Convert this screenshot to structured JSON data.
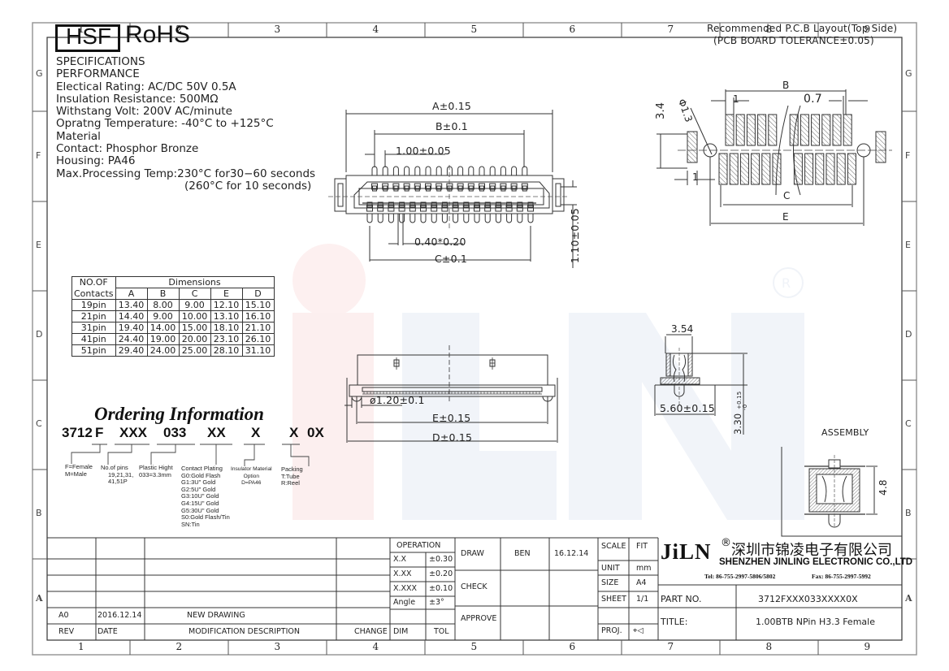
{
  "frame": {
    "columns": [
      "1",
      "2",
      "3",
      "4",
      "5",
      "6",
      "7",
      "8",
      "9"
    ],
    "rows": [
      "G",
      "F",
      "E",
      "D",
      "C",
      "B",
      "A"
    ]
  },
  "header": {
    "hsf_label": "HSF",
    "rohs_label": "RoHS"
  },
  "specifications": {
    "lines": [
      "SPECIFICATIONS",
      "PERFORMANCE",
      "Electical Rating: AC/DC 50V 0.5A",
      "Insulation Resistance:   500MΩ",
      "Withstang Volt: 200V AC/minute",
      "Opratng Temperature: -40°C to +125°C",
      "Material",
      "Contact: Phosphor Bronze",
      "Housing: PA46",
      "Max.Processing Temp:230°C for30−60 seconds",
      "(260°C for 10 seconds)"
    ]
  },
  "dimensions_table": {
    "header_contacts": [
      "NO.OF",
      "Contacts"
    ],
    "header_group": "Dimensions",
    "columns": [
      "A",
      "B",
      "C",
      "E",
      "D"
    ],
    "rows": [
      {
        "pins": "19pin",
        "A": "13.40",
        "B": "8.00",
        "C": "9.00",
        "E": "12.10",
        "D": "15.10"
      },
      {
        "pins": "21pin",
        "A": "14.40",
        "B": "9.00",
        "C": "10.00",
        "E": "13.10",
        "D": "16.10"
      },
      {
        "pins": "31pin",
        "A": "19.40",
        "B": "14.00",
        "C": "15.00",
        "E": "18.10",
        "D": "21.10"
      },
      {
        "pins": "41pin",
        "A": "24.40",
        "B": "19.00",
        "C": "20.00",
        "E": "23.10",
        "D": "26.10"
      },
      {
        "pins": "51pin",
        "A": "29.40",
        "B": "24.00",
        "C": "25.00",
        "E": "28.10",
        "D": "31.10"
      }
    ]
  },
  "ordering": {
    "title": "Ordering Information",
    "code_parts": [
      "3712",
      "F",
      "XXX",
      "033",
      "XX",
      "X",
      "X",
      "0X"
    ],
    "notes": {
      "gender": [
        "F=Female",
        "M=Male"
      ],
      "pins": [
        "No.of  pins",
        "19,21,31,",
        "41,51P"
      ],
      "height": [
        "Plastic  Hight",
        "033=3.3mm"
      ],
      "plating": [
        "Contact  Plating",
        "G0:Gold  Flash",
        "G1:3U\"  Gold",
        "G2:5U\"  Gold",
        "G3:10U\"  Gold",
        "G4:15U\"  Gold",
        "G5:30U\"  Gold",
        "S0:Gold  Flash/Tin",
        "SN:Tin"
      ],
      "insulator": [
        "Insulator  Material",
        "Option",
        "D=PA46"
      ],
      "packing": [
        "Packing",
        "T:Tube",
        "R:Reel"
      ]
    }
  },
  "top_view": {
    "dim_a": "A±0.15",
    "dim_b": "B±0.1",
    "dim_pitch": "1.00±0.05",
    "dim_pin": "0.40*0.20",
    "dim_c": "C±0.1",
    "dim_offset": "1.10±0.05"
  },
  "pcb_layout": {
    "title": "Recommended P.C.B Layout(Top Side)",
    "subtitle": "(PCB BOARD TOLERANCE±0.05)",
    "dim_b": "B",
    "dim_pad_w": "1",
    "dim_gap": "0.7",
    "dim_height": "3.4",
    "dim_hole": "Φ1.3",
    "dim_side": "1",
    "dim_c": "C",
    "dim_e": "E"
  },
  "front_view": {
    "dim_hole": "ø1.20±0.1",
    "dim_e": "E±0.15",
    "dim_d": "D±0.15"
  },
  "side_view": {
    "dim_top": "3.54",
    "dim_width": "5.60±0.15",
    "dim_height": "3.30",
    "dim_tol_plus": "+0.15",
    "dim_tol_minus": "-0"
  },
  "assembly": {
    "label": "ASSEMBLY",
    "dim_height": "4.8"
  },
  "revision_block": {
    "rows": [
      {
        "rev": "",
        "date": "",
        "desc": "",
        "change": ""
      },
      {
        "rev": "",
        "date": "",
        "desc": "",
        "change": ""
      },
      {
        "rev": "",
        "date": "",
        "desc": "",
        "change": ""
      },
      {
        "rev": "A0",
        "date": "2016.12.14",
        "desc": "NEW  DRAWING",
        "change": ""
      }
    ],
    "headers": {
      "rev": "REV",
      "date": "DATE",
      "desc": "MODIFICATION  DESCRIPTION",
      "change": "CHANGE"
    }
  },
  "tolerance_block": {
    "header": "OPERATION",
    "rows": [
      {
        "dim": "X.X",
        "tol": "±0.30"
      },
      {
        "dim": "X.XX",
        "tol": "±0.20"
      },
      {
        "dim": "X.XXX",
        "tol": "±0.10"
      },
      {
        "dim": "Angle",
        "tol": "±3°"
      }
    ],
    "footer": {
      "dim": "DIM",
      "tol": "TOL"
    }
  },
  "approval_block": {
    "draw_label": "DRAW",
    "draw_name": "BEN",
    "draw_date": "16.12.14",
    "check_label": "CHECK",
    "approve_label": "APPROVE"
  },
  "sheet_block": {
    "scale_label": "SCALE",
    "scale_value": "FIT",
    "unit_label": "UNIT",
    "unit_value": "mm",
    "size_label": "SIZE",
    "size_value": "A4",
    "sheet_label": "SHEET",
    "sheet_value": "1/1",
    "proj_label": "PROJ.",
    "proj_value": "⌖◁"
  },
  "company": {
    "logo": "JiLN",
    "registered": "®",
    "name_cn": "深圳市锦凌电子有限公司",
    "name_en": "SHENZHEN JINLING ELECTRONIC CO.,LTD",
    "tel": "Tel: 86-755-2997-5806/5802",
    "fax": "Fax: 86-755-2997-5992"
  },
  "part": {
    "part_no_label": "PART  NO.",
    "part_no": "3712FXXX033XXXX0X",
    "title_label": "TITLE:",
    "title": "1.00BTB   NPin  H3.3  Female"
  },
  "colors": {
    "line": "#333333",
    "frame": "#888888",
    "watermark_red": "#fbeaea",
    "watermark_blue": "#eef2f8"
  }
}
